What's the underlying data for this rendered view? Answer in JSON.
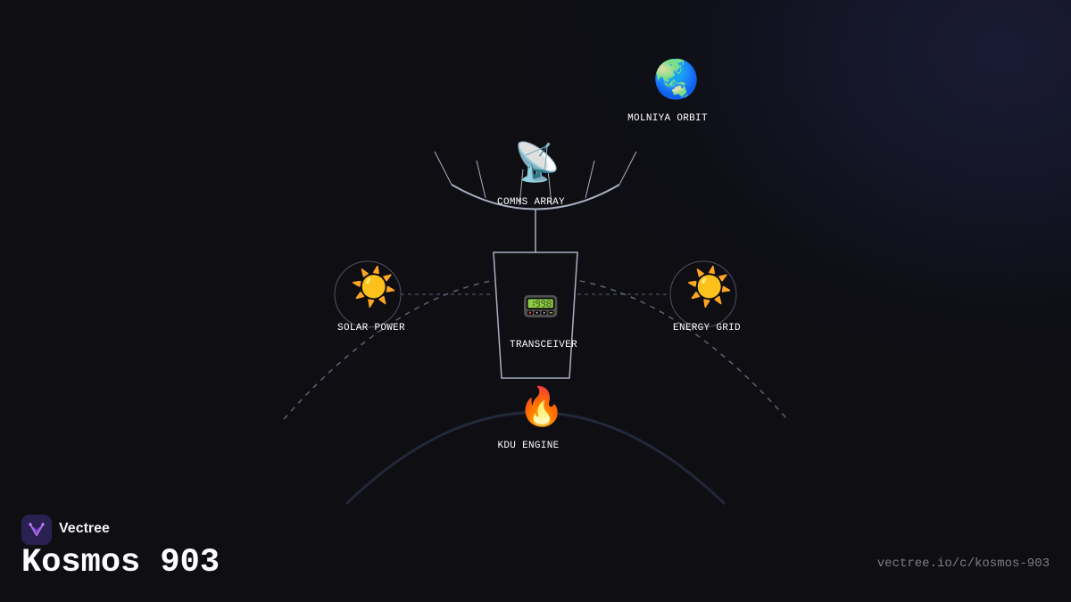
{
  "nodes": {
    "molniya": {
      "icon": "🌏",
      "icon_name": "globe-asia-icon",
      "label": "MOLNIYA ORBIT"
    },
    "comms": {
      "icon": "📡",
      "icon_name": "satellite-dish-icon",
      "label": "COMMS ARRAY"
    },
    "solar": {
      "icon": "☀️",
      "icon_name": "sun-icon",
      "label": "SOLAR POWER"
    },
    "energy": {
      "icon": "☀️",
      "icon_name": "sun-icon",
      "label": "ENERGY GRID"
    },
    "transceiver": {
      "icon": "📟",
      "icon_name": "pager-icon",
      "label": "TRANSCEIVER"
    },
    "kdu": {
      "icon": "🔥",
      "icon_name": "fire-icon",
      "label": "KDU ENGINE"
    }
  },
  "brand": {
    "name": "Vectree",
    "logo_icon": "vectree-logo-icon",
    "accent": "#2a2150"
  },
  "title": "Kosmos 903",
  "url": "vectree.io/c/kosmos-903",
  "colors": {
    "background": "#0e0e13",
    "line": "#a9b0c0",
    "dashed": "#5a6272"
  }
}
